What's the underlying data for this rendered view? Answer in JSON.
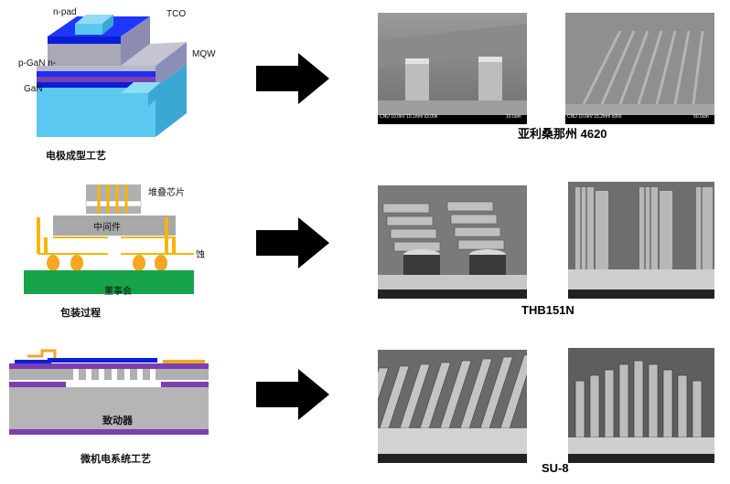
{
  "rows": [
    {
      "process_caption": "电极成型工艺",
      "material_caption": "亚利桑那州 4620",
      "labels": {
        "npad": "n-pad",
        "tco": "TCO",
        "mqw": "MQW",
        "pgan": "p-GaN n-",
        "gan": "GaN"
      },
      "sem_left_info": "CNU 10.0kV 15.1mm x3.00k",
      "sem_left_scale": "10.0um",
      "sem_right_info": "CNU 10.0kV 15.2mm x900",
      "sem_right_scale": "50.0um"
    },
    {
      "process_caption": "包装过程",
      "material_caption": "THB151N",
      "labels": {
        "stack": "堆叠芯片",
        "interposer": "中间件",
        "side": "蚀",
        "board": "董事会"
      }
    },
    {
      "process_caption": "微机电系统工艺",
      "material_caption": "SU-8",
      "labels": {
        "device": "致动器"
      }
    }
  ],
  "colors": {
    "gan_cyan": "#5bc8f0",
    "gan_blue": "#0a1ed8",
    "purple": "#7b3fb0",
    "green": "#16a34a",
    "orange": "#f5a623",
    "gold": "#f7b500",
    "grey": "#a8a8a8",
    "arrow": "#000000"
  }
}
